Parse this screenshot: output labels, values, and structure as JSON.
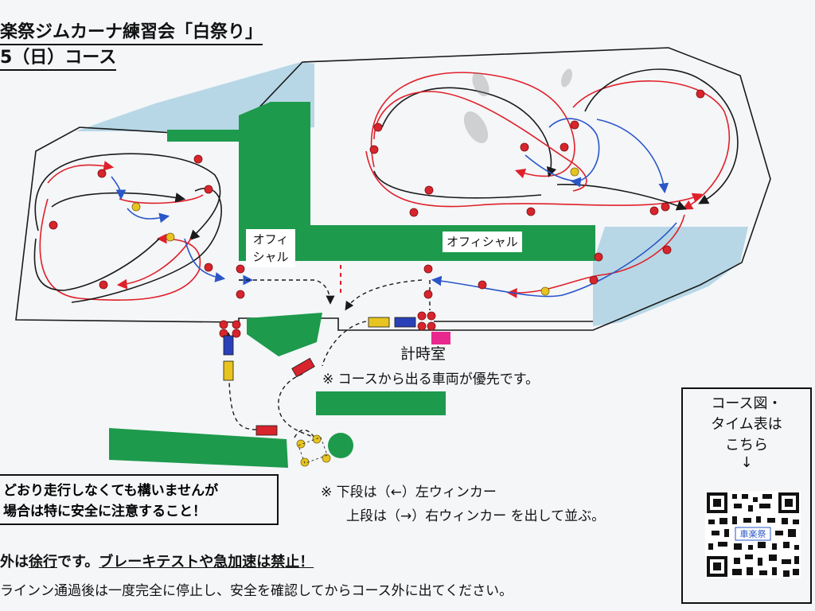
{
  "header": {
    "title": "楽祭ジムカーナ練習会「白祭り」",
    "date": "5（日）コース"
  },
  "map": {
    "official_a": "オフィシャル",
    "official_b": "オフィシャル",
    "timing_room": "計時室",
    "priority_note": "※ コースから出る車両が優先です。"
  },
  "rules": {
    "line1": "どおり走行しなくても構いませんが",
    "line2": "場合は特に安全に注意すること！"
  },
  "blinker": {
    "line1": "※  下段は（←）左ウィンカー",
    "line2": "上段は（→）右ウィンカー  を出して並ぶ。"
  },
  "footer": {
    "slow_prefix": "外は",
    "slow_word": "徐行",
    "slow_mid": "です。",
    "slow_warning": "ブレーキテストや急加速は禁止！",
    "stop_note": "ラインン通過後は一度完全に停止し、安全を確認してからコース外に出てください。"
  },
  "qr": {
    "line1": "コース図・",
    "line2": "タイム表は",
    "line3": "こちら",
    "arrow": "↓",
    "logo_text": "車楽祭"
  },
  "colors": {
    "green": "#1e9a4c",
    "red_route": "#e0202a",
    "black_route": "#1a1a1a",
    "blue_route": "#2a56c8",
    "pylon_red": "#d8242c",
    "pylon_yellow": "#e8c420",
    "water": "#b7d7e6",
    "magenta": "#e8288e"
  }
}
